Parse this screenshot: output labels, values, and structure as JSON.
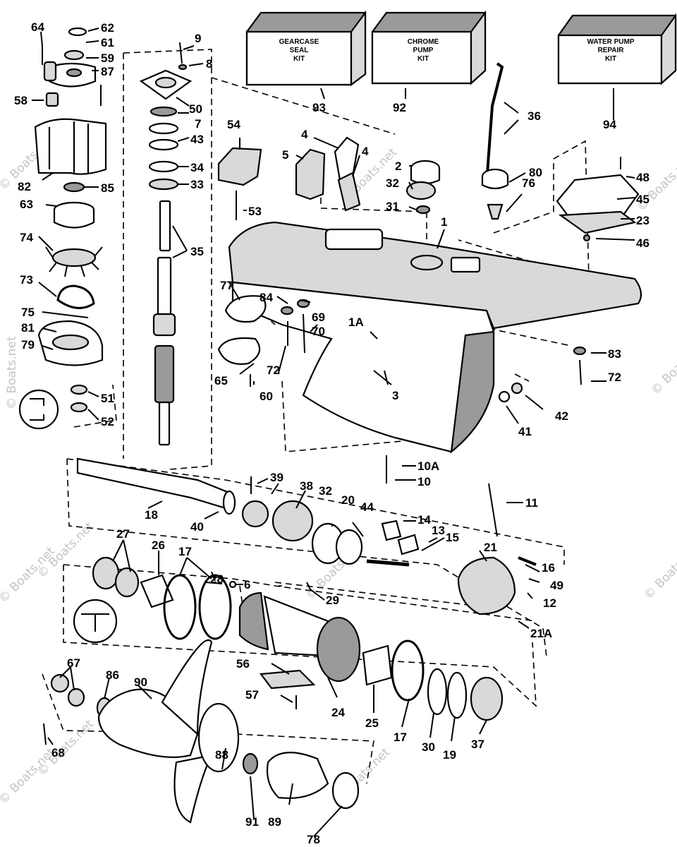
{
  "watermark": "© Boats.net",
  "kits": [
    {
      "id": "kit-93",
      "lines": [
        "GEARCASE",
        "SEAL",
        "KIT"
      ]
    },
    {
      "id": "kit-92",
      "lines": [
        "CHROME",
        "PUMP",
        "KIT"
      ]
    },
    {
      "id": "kit-94",
      "lines": [
        "WATER PUMP",
        "REPAIR",
        "KIT"
      ]
    }
  ],
  "callouts": [
    "64",
    "62",
    "61",
    "59",
    "87",
    "58",
    "82",
    "85",
    "63",
    "74",
    "73",
    "75",
    "81",
    "79",
    "51",
    "52",
    "9",
    "8",
    "50",
    "7",
    "43",
    "34",
    "33",
    "35",
    "54",
    "53",
    "93",
    "92",
    "94",
    "4",
    "5",
    "2",
    "32",
    "31",
    "36",
    "80",
    "76",
    "48",
    "45",
    "23",
    "46",
    "1",
    "77",
    "84",
    "69",
    "70",
    "65",
    "72",
    "60",
    "1A",
    "3",
    "83",
    "42",
    "41",
    "10A",
    "10",
    "11",
    "39",
    "38",
    "18",
    "40",
    "20",
    "44",
    "14",
    "13",
    "15",
    "21",
    "16",
    "49",
    "12",
    "21A",
    "27",
    "26",
    "17",
    "28",
    "6",
    "29",
    "56",
    "57",
    "24",
    "25",
    "30",
    "19",
    "37",
    "67",
    "86",
    "90",
    "68",
    "88",
    "91",
    "89",
    "78"
  ]
}
